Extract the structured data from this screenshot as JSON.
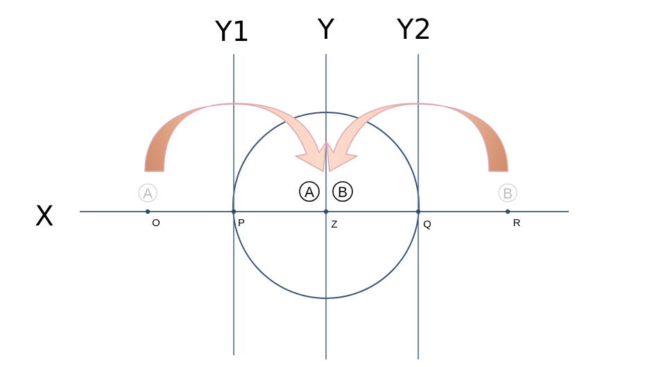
{
  "axes": {
    "x_label": "X",
    "y_label": "Y",
    "y1_label": "Y1",
    "y2_label": "Y2"
  },
  "points": {
    "o": "O",
    "p": "P",
    "z": "Z",
    "q": "Q",
    "r": "R"
  },
  "markers": {
    "a_faded": "A",
    "b_faded": "B",
    "a_center": "A",
    "b_center": "B"
  },
  "colors": {
    "line": "#4d6a8f",
    "circle": "#3a5273",
    "point": "#2f4b70",
    "arrow_fill_light": "#fbd2c2",
    "arrow_fill_dark": "#d7906f",
    "arrow_edge": "#e0a6b0",
    "faded_marker": "#bbbbbb",
    "marker": "#000000"
  }
}
